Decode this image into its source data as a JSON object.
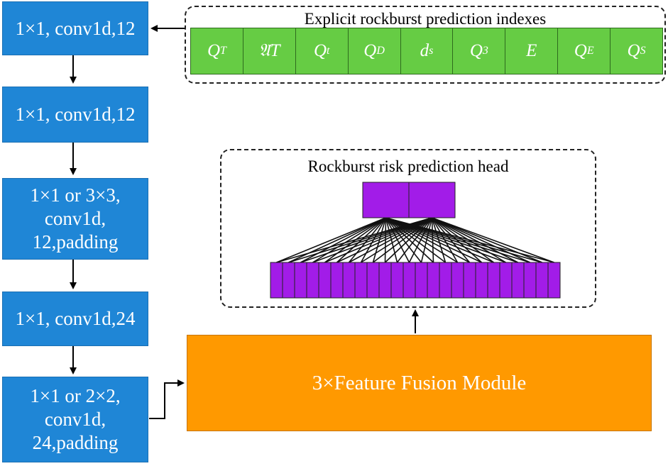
{
  "layers": [
    {
      "label": "1×1, conv1d,12"
    },
    {
      "label": "1×1, conv1d,12"
    },
    {
      "label": "1×1 or 3×3,\nconv1d,\n12,padding"
    },
    {
      "label": "1×1, conv1d,24"
    },
    {
      "label": "1×1 or 2×2,\nconv1d,\n24,padding"
    }
  ],
  "indexes_panel": {
    "title": "Explicit rockburst prediction indexes",
    "items": [
      {
        "base": "Q",
        "sub": "T"
      },
      {
        "base": "𝔄T",
        "sub": ""
      },
      {
        "base": "Q",
        "sub": "t"
      },
      {
        "base": "Q",
        "sub": "D"
      },
      {
        "base": "d",
        "sub": "s"
      },
      {
        "base": "Q",
        "sub": "3"
      },
      {
        "base": "E",
        "sub": ""
      },
      {
        "base": "Q",
        "sub": "E"
      },
      {
        "base": "Q",
        "sub": "S"
      }
    ]
  },
  "head_panel": {
    "title": "Rockburst risk prediction head",
    "input_units": 24,
    "output_units": 2
  },
  "fusion_module": {
    "label": "3×Feature Fusion Module"
  },
  "colors": {
    "layer_fill": "#1f86d6",
    "index_fill": "#66cc44",
    "neuron_fill": "#a21ce8",
    "fusion_fill": "#ff9900"
  }
}
